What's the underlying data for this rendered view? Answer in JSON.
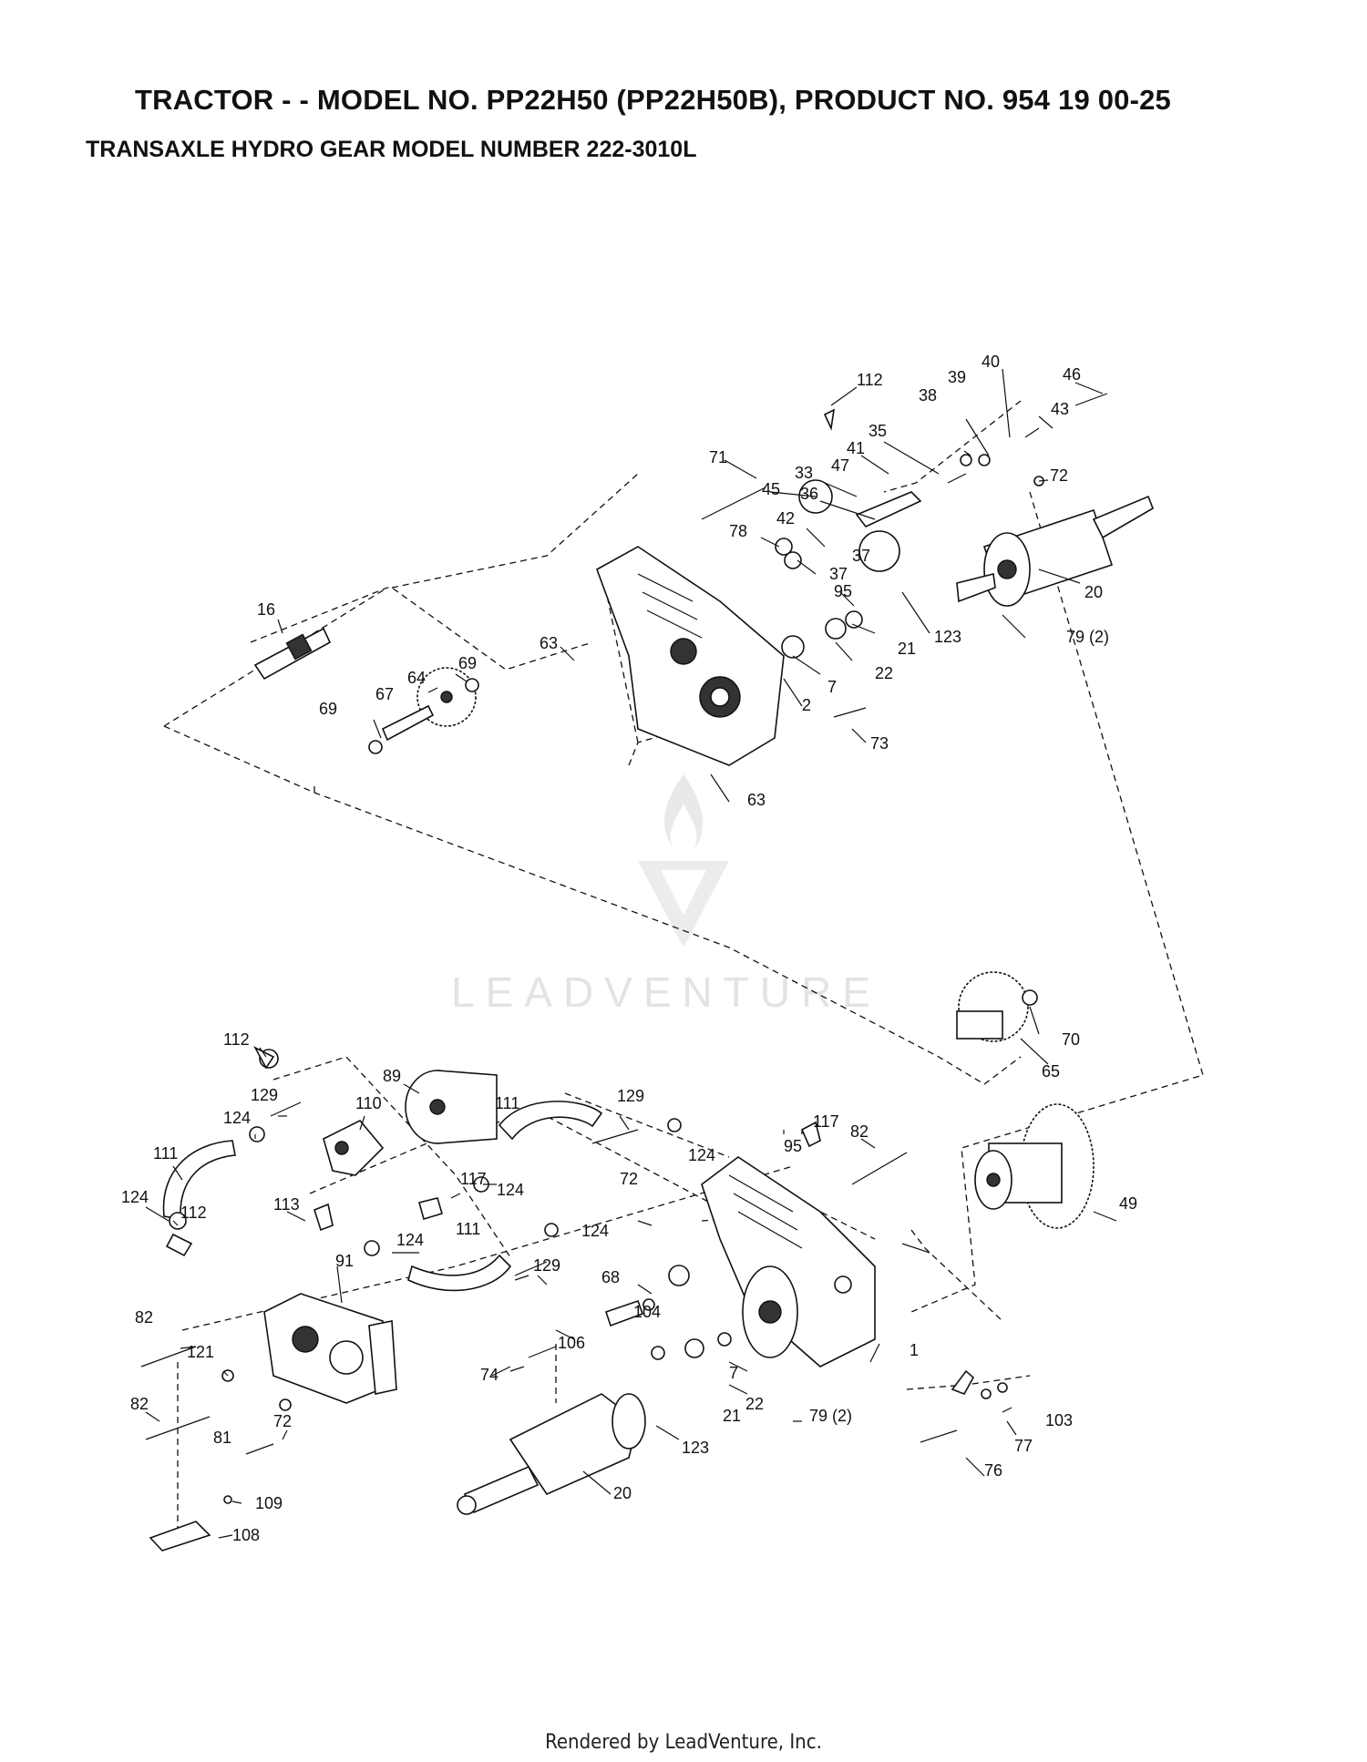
{
  "header": {
    "title": "TRACTOR - - MODEL NO. PP22H50 (PP22H50B), PRODUCT NO. 954 19 00-25",
    "subtitle": "TRANSAXLE HYDRO GEAR MODEL NUMBER 222-3010L"
  },
  "watermark": {
    "brand": "LEADVENTURE"
  },
  "footer": {
    "credit": "Rendered by LeadVenture, Inc."
  },
  "callouts": [
    {
      "id": "c112a",
      "text": "112"
    },
    {
      "id": "c40",
      "text": "40"
    },
    {
      "id": "c46",
      "text": "46"
    },
    {
      "id": "c39",
      "text": "39"
    },
    {
      "id": "c38",
      "text": "38"
    },
    {
      "id": "c43",
      "text": "43"
    },
    {
      "id": "c35",
      "text": "35"
    },
    {
      "id": "c41",
      "text": "41"
    },
    {
      "id": "c71",
      "text": "71"
    },
    {
      "id": "c47",
      "text": "47"
    },
    {
      "id": "c72a",
      "text": "72"
    },
    {
      "id": "c33",
      "text": "33"
    },
    {
      "id": "c45",
      "text": "45"
    },
    {
      "id": "c36",
      "text": "36"
    },
    {
      "id": "c42",
      "text": "42"
    },
    {
      "id": "c78",
      "text": "78"
    },
    {
      "id": "c37a",
      "text": "37"
    },
    {
      "id": "c37b",
      "text": "37"
    },
    {
      "id": "c95a",
      "text": "95"
    },
    {
      "id": "c20a",
      "text": "20"
    },
    {
      "id": "c16",
      "text": "16"
    },
    {
      "id": "c123a",
      "text": "123"
    },
    {
      "id": "c21a",
      "text": "21"
    },
    {
      "id": "c79a",
      "text": "79 (2)"
    },
    {
      "id": "c69a",
      "text": "69"
    },
    {
      "id": "c63a",
      "text": "63"
    },
    {
      "id": "c64",
      "text": "64"
    },
    {
      "id": "c22a",
      "text": "22"
    },
    {
      "id": "c67",
      "text": "67"
    },
    {
      "id": "c7a",
      "text": "7"
    },
    {
      "id": "c69b",
      "text": "69"
    },
    {
      "id": "c2",
      "text": "2"
    },
    {
      "id": "c73",
      "text": "73"
    },
    {
      "id": "c63b",
      "text": "63"
    },
    {
      "id": "c70",
      "text": "70"
    },
    {
      "id": "c65",
      "text": "65"
    },
    {
      "id": "c112b",
      "text": "112"
    },
    {
      "id": "c89",
      "text": "89"
    },
    {
      "id": "c129a",
      "text": "129"
    },
    {
      "id": "c110",
      "text": "110"
    },
    {
      "id": "c111a",
      "text": "111"
    },
    {
      "id": "c129b",
      "text": "129"
    },
    {
      "id": "c124a",
      "text": "124"
    },
    {
      "id": "c117a",
      "text": "117"
    },
    {
      "id": "c82a",
      "text": "82"
    },
    {
      "id": "c111b",
      "text": "111"
    },
    {
      "id": "c95b",
      "text": "95"
    },
    {
      "id": "c124b",
      "text": "124"
    },
    {
      "id": "c117b",
      "text": "117"
    },
    {
      "id": "c124c",
      "text": "124"
    },
    {
      "id": "c72b",
      "text": "72"
    },
    {
      "id": "c124d",
      "text": "124"
    },
    {
      "id": "c112c",
      "text": "112"
    },
    {
      "id": "c113",
      "text": "113"
    },
    {
      "id": "c49",
      "text": "49"
    },
    {
      "id": "c124e",
      "text": "124"
    },
    {
      "id": "c124f",
      "text": "124"
    },
    {
      "id": "c111c",
      "text": "111"
    },
    {
      "id": "c91",
      "text": "91"
    },
    {
      "id": "c129c",
      "text": "129"
    },
    {
      "id": "c68",
      "text": "68"
    },
    {
      "id": "c104",
      "text": "104"
    },
    {
      "id": "c82b",
      "text": "82"
    },
    {
      "id": "c121",
      "text": "121"
    },
    {
      "id": "c106",
      "text": "106"
    },
    {
      "id": "c1",
      "text": "1"
    },
    {
      "id": "c74",
      "text": "74"
    },
    {
      "id": "c7b",
      "text": "7"
    },
    {
      "id": "c22b",
      "text": "22"
    },
    {
      "id": "c82c",
      "text": "82"
    },
    {
      "id": "c21b",
      "text": "21"
    },
    {
      "id": "c79b",
      "text": "79 (2)"
    },
    {
      "id": "c72c",
      "text": "72"
    },
    {
      "id": "c103",
      "text": "103"
    },
    {
      "id": "c77",
      "text": "77"
    },
    {
      "id": "c81",
      "text": "81"
    },
    {
      "id": "c123b",
      "text": "123"
    },
    {
      "id": "c76",
      "text": "76"
    },
    {
      "id": "c20b",
      "text": "20"
    },
    {
      "id": "c109",
      "text": "109"
    },
    {
      "id": "c108",
      "text": "108"
    }
  ]
}
